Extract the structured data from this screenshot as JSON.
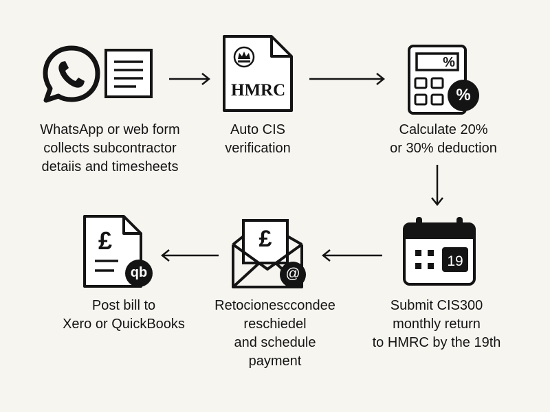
{
  "steps": [
    {
      "id": "intake",
      "icon": "whatsapp-and-form-icon",
      "caption": [
        "WhatsApp or web form",
        "collects subcontractor",
        "detaiis and timesheets"
      ]
    },
    {
      "id": "verify",
      "icon": "hmrc-document-icon",
      "icon_text": "HMRC",
      "caption": [
        "Auto CIS",
        "verification"
      ]
    },
    {
      "id": "calculate",
      "icon": "calculator-percent-icon",
      "icon_text": "%",
      "badge_text": "%",
      "caption": [
        "Calculate 20%",
        "or 30% deduction"
      ]
    },
    {
      "id": "submit",
      "icon": "calendar-icon",
      "icon_text": "19",
      "caption": [
        "Submit CIS300",
        "monthly return",
        "to HMRC by the 19th"
      ]
    },
    {
      "id": "statement",
      "icon": "envelope-pound-icon",
      "icon_text": "£",
      "badge_text": "@",
      "caption": [
        "Retocionesccondee",
        "reschiedel",
        "and schedule",
        "payment"
      ]
    },
    {
      "id": "post",
      "icon": "bill-pound-icon",
      "icon_text": "£",
      "badge_text": "qb",
      "caption": [
        "Post bill to",
        "Xero or QuickBooks"
      ]
    }
  ],
  "colors": {
    "background": "#f7f5f0",
    "ink": "#141414",
    "paper": "#ffffff"
  }
}
